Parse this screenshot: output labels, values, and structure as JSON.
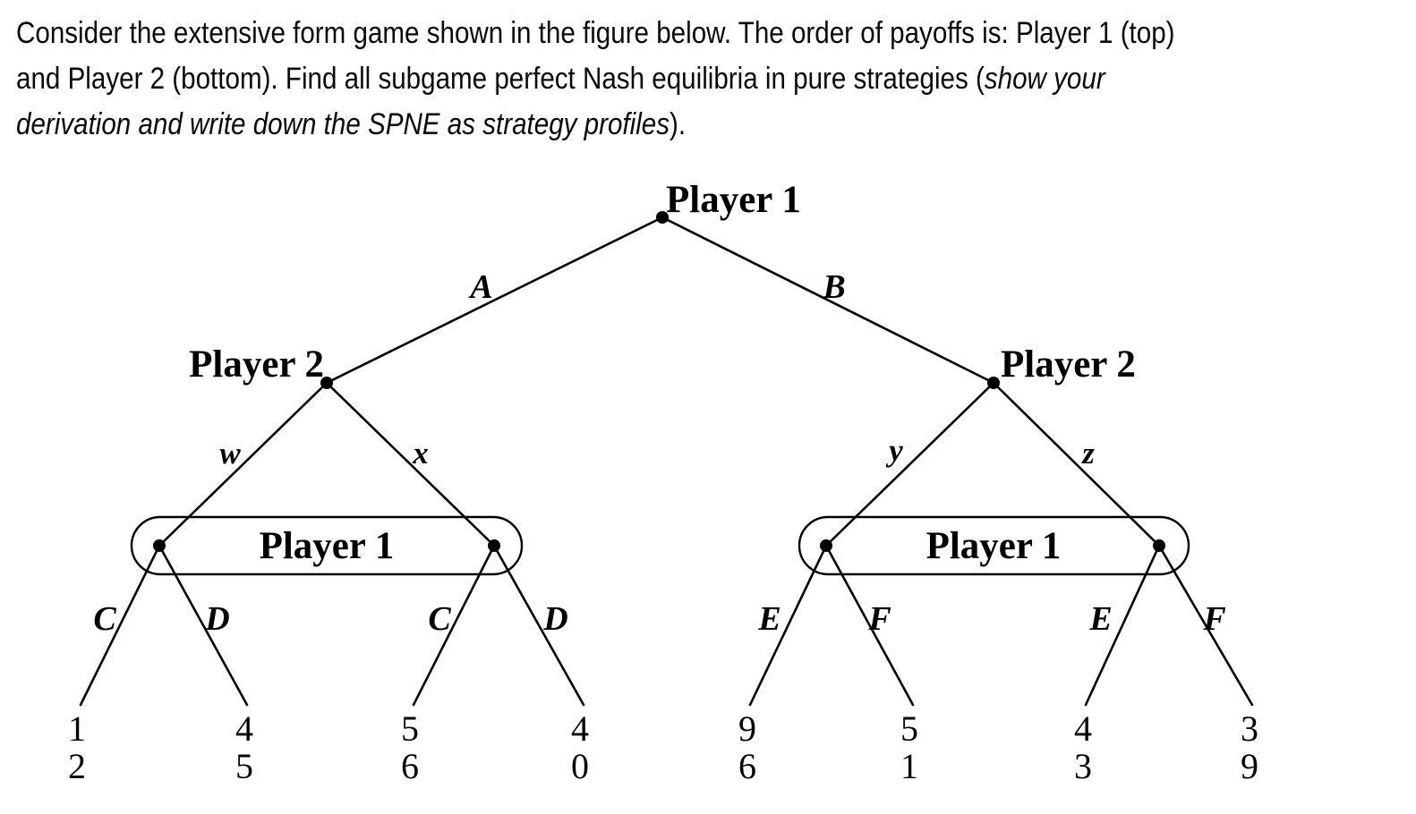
{
  "colors": {
    "ink": "#000000",
    "background": "#ffffff"
  },
  "question": {
    "line1": "Consider the extensive form game shown in the figure below. The order of payoffs is: Player 1 (top)",
    "line2_roman": "and Player 2 (bottom). Find all subgame perfect Nash equilibria in pure strategies (",
    "line2_italic": "show your",
    "line3_italic": "derivation and write down the SPNE as strategy profiles",
    "line3_roman": ")."
  },
  "tree": {
    "root_label": "Player 1",
    "left_node_label": "Player 2",
    "right_node_label": "Player 2",
    "left_infoset_label": "Player 1",
    "right_infoset_label": "Player 1",
    "edge_labels": {
      "A": "A",
      "B": "B",
      "w": "w",
      "x": "x",
      "y": "y",
      "z": "z",
      "C": "C",
      "D": "D",
      "E": "E",
      "F": "F"
    },
    "payoffs": [
      {
        "p1": "1",
        "p2": "2"
      },
      {
        "p1": "4",
        "p2": "5"
      },
      {
        "p1": "5",
        "p2": "6"
      },
      {
        "p1": "4",
        "p2": "0"
      },
      {
        "p1": "9",
        "p2": "6"
      },
      {
        "p1": "5",
        "p2": "1"
      },
      {
        "p1": "4",
        "p2": "3"
      },
      {
        "p1": "3",
        "p2": "9"
      }
    ]
  }
}
